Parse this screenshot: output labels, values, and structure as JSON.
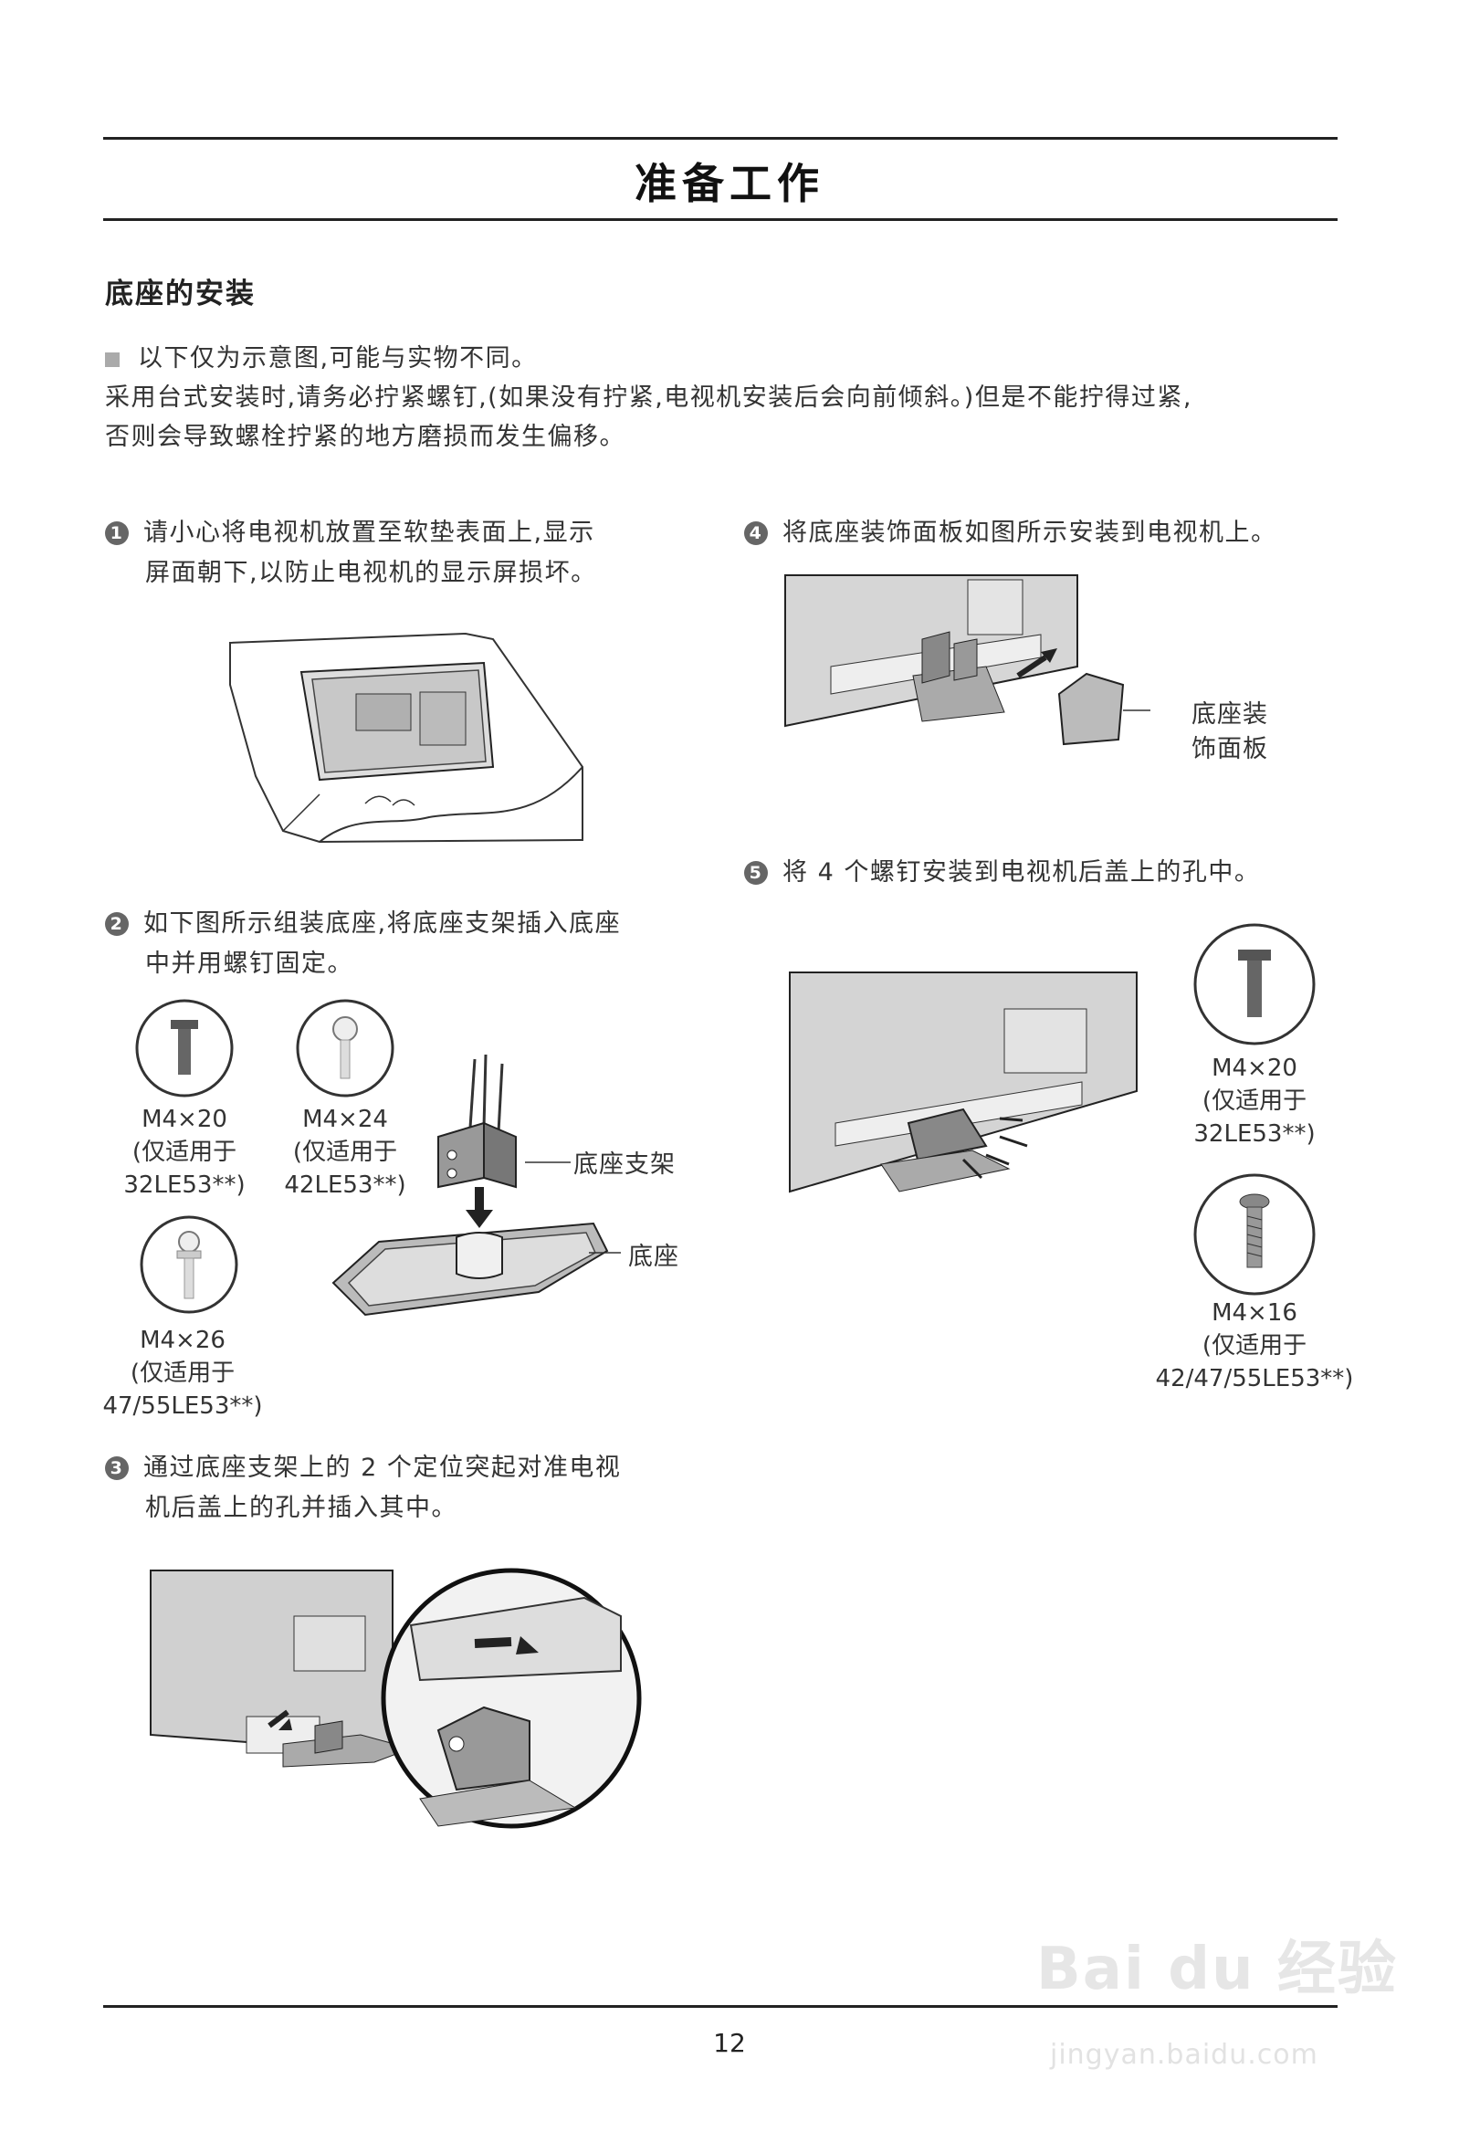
{
  "header": {
    "title": "准备工作"
  },
  "section": {
    "title": "底座的安装"
  },
  "notes": {
    "line1": "以下仅为示意图,可能与实物不同。",
    "line2": "采用台式安装时,请务必拧紧螺钉,(如果没有拧紧,电视机安装后会向前倾斜。)但是不能拧得过紧,",
    "line3": "否则会导致螺栓拧紧的地方磨损而发生偏移。"
  },
  "steps": [
    {
      "num": "1",
      "lines": [
        "请小心将电视机放置至软垫表面上,显示",
        "屏面朝下,以防止电视机的显示屏损坏。"
      ]
    },
    {
      "num": "2",
      "lines": [
        "如下图所示组装底座,将底座支架插入底座",
        "中并用螺钉固定。"
      ]
    },
    {
      "num": "3",
      "lines": [
        "通过底座支架上的 2 个定位突起对准电视",
        "机后盖上的孔并插入其中。"
      ]
    },
    {
      "num": "4",
      "lines": [
        "将底座装饰面板如图所示安装到电视机上。"
      ]
    },
    {
      "num": "5",
      "lines": [
        "将 4 个螺钉安装到电视机后盖上的孔中。"
      ]
    }
  ],
  "screws_step2": [
    {
      "size": "M4×20",
      "note": "(仅适用于",
      "model": "32LE53**)"
    },
    {
      "size": "M4×24",
      "note": "(仅适用于",
      "model": "42LE53**)"
    },
    {
      "size": "M4×26",
      "note": "(仅适用于",
      "model": "47/55LE53**)"
    }
  ],
  "callouts": {
    "stand_bracket": "底座支架",
    "stand_base": "底座",
    "cover_line1": "底座装",
    "cover_line2": "饰面板"
  },
  "screws_step5": [
    {
      "size": "M4×20",
      "note": "(仅适用于",
      "model": "32LE53**)"
    },
    {
      "size": "M4×16",
      "note": "(仅适用于",
      "model": "42/47/55LE53**)"
    }
  ],
  "footer": {
    "page_number": "12"
  },
  "watermark": {
    "brand": "Bai du 经验",
    "url": "jingyan.baidu.com"
  }
}
